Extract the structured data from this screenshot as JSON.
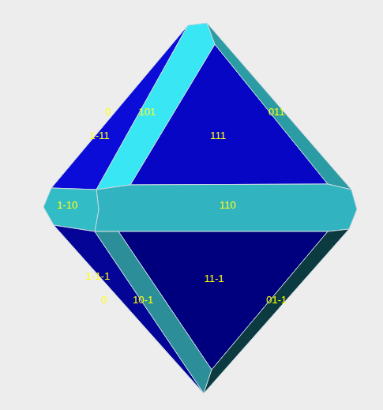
{
  "diagram": {
    "labels": [
      "0",
      "101",
      "011",
      "1-11",
      "111",
      "1-10",
      "110",
      "1-1-1",
      "11-1",
      "0",
      "10-1",
      "01-1"
    ]
  }
}
